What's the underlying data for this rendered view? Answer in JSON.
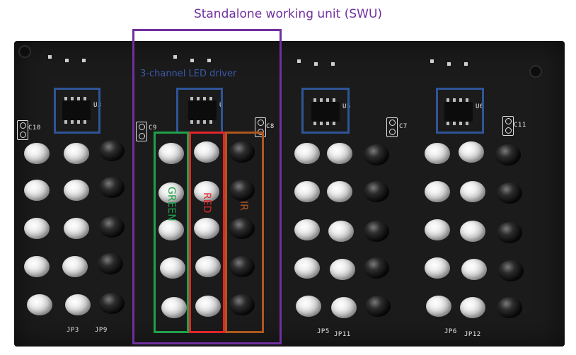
{
  "caption": "Standalone working unit (SWU)",
  "driver_label": "3-channel LED driver",
  "channel_labels": {
    "green": "GREEN",
    "red": "RED",
    "ir": "IR"
  },
  "silkscreen": {
    "chips": [
      "U3",
      "U",
      "U5",
      "U6"
    ],
    "caps": [
      "C10",
      "C9",
      "C8",
      "C7",
      "C11"
    ],
    "jumpers": [
      "JP3",
      "JP9",
      "JP5",
      "JP11",
      "JP6",
      "JP12"
    ]
  },
  "colors": {
    "swu": "#7030a0",
    "driver": "#2f5597",
    "green": "#1fa14a",
    "red": "#e0262a",
    "ir": "#b0571f"
  }
}
